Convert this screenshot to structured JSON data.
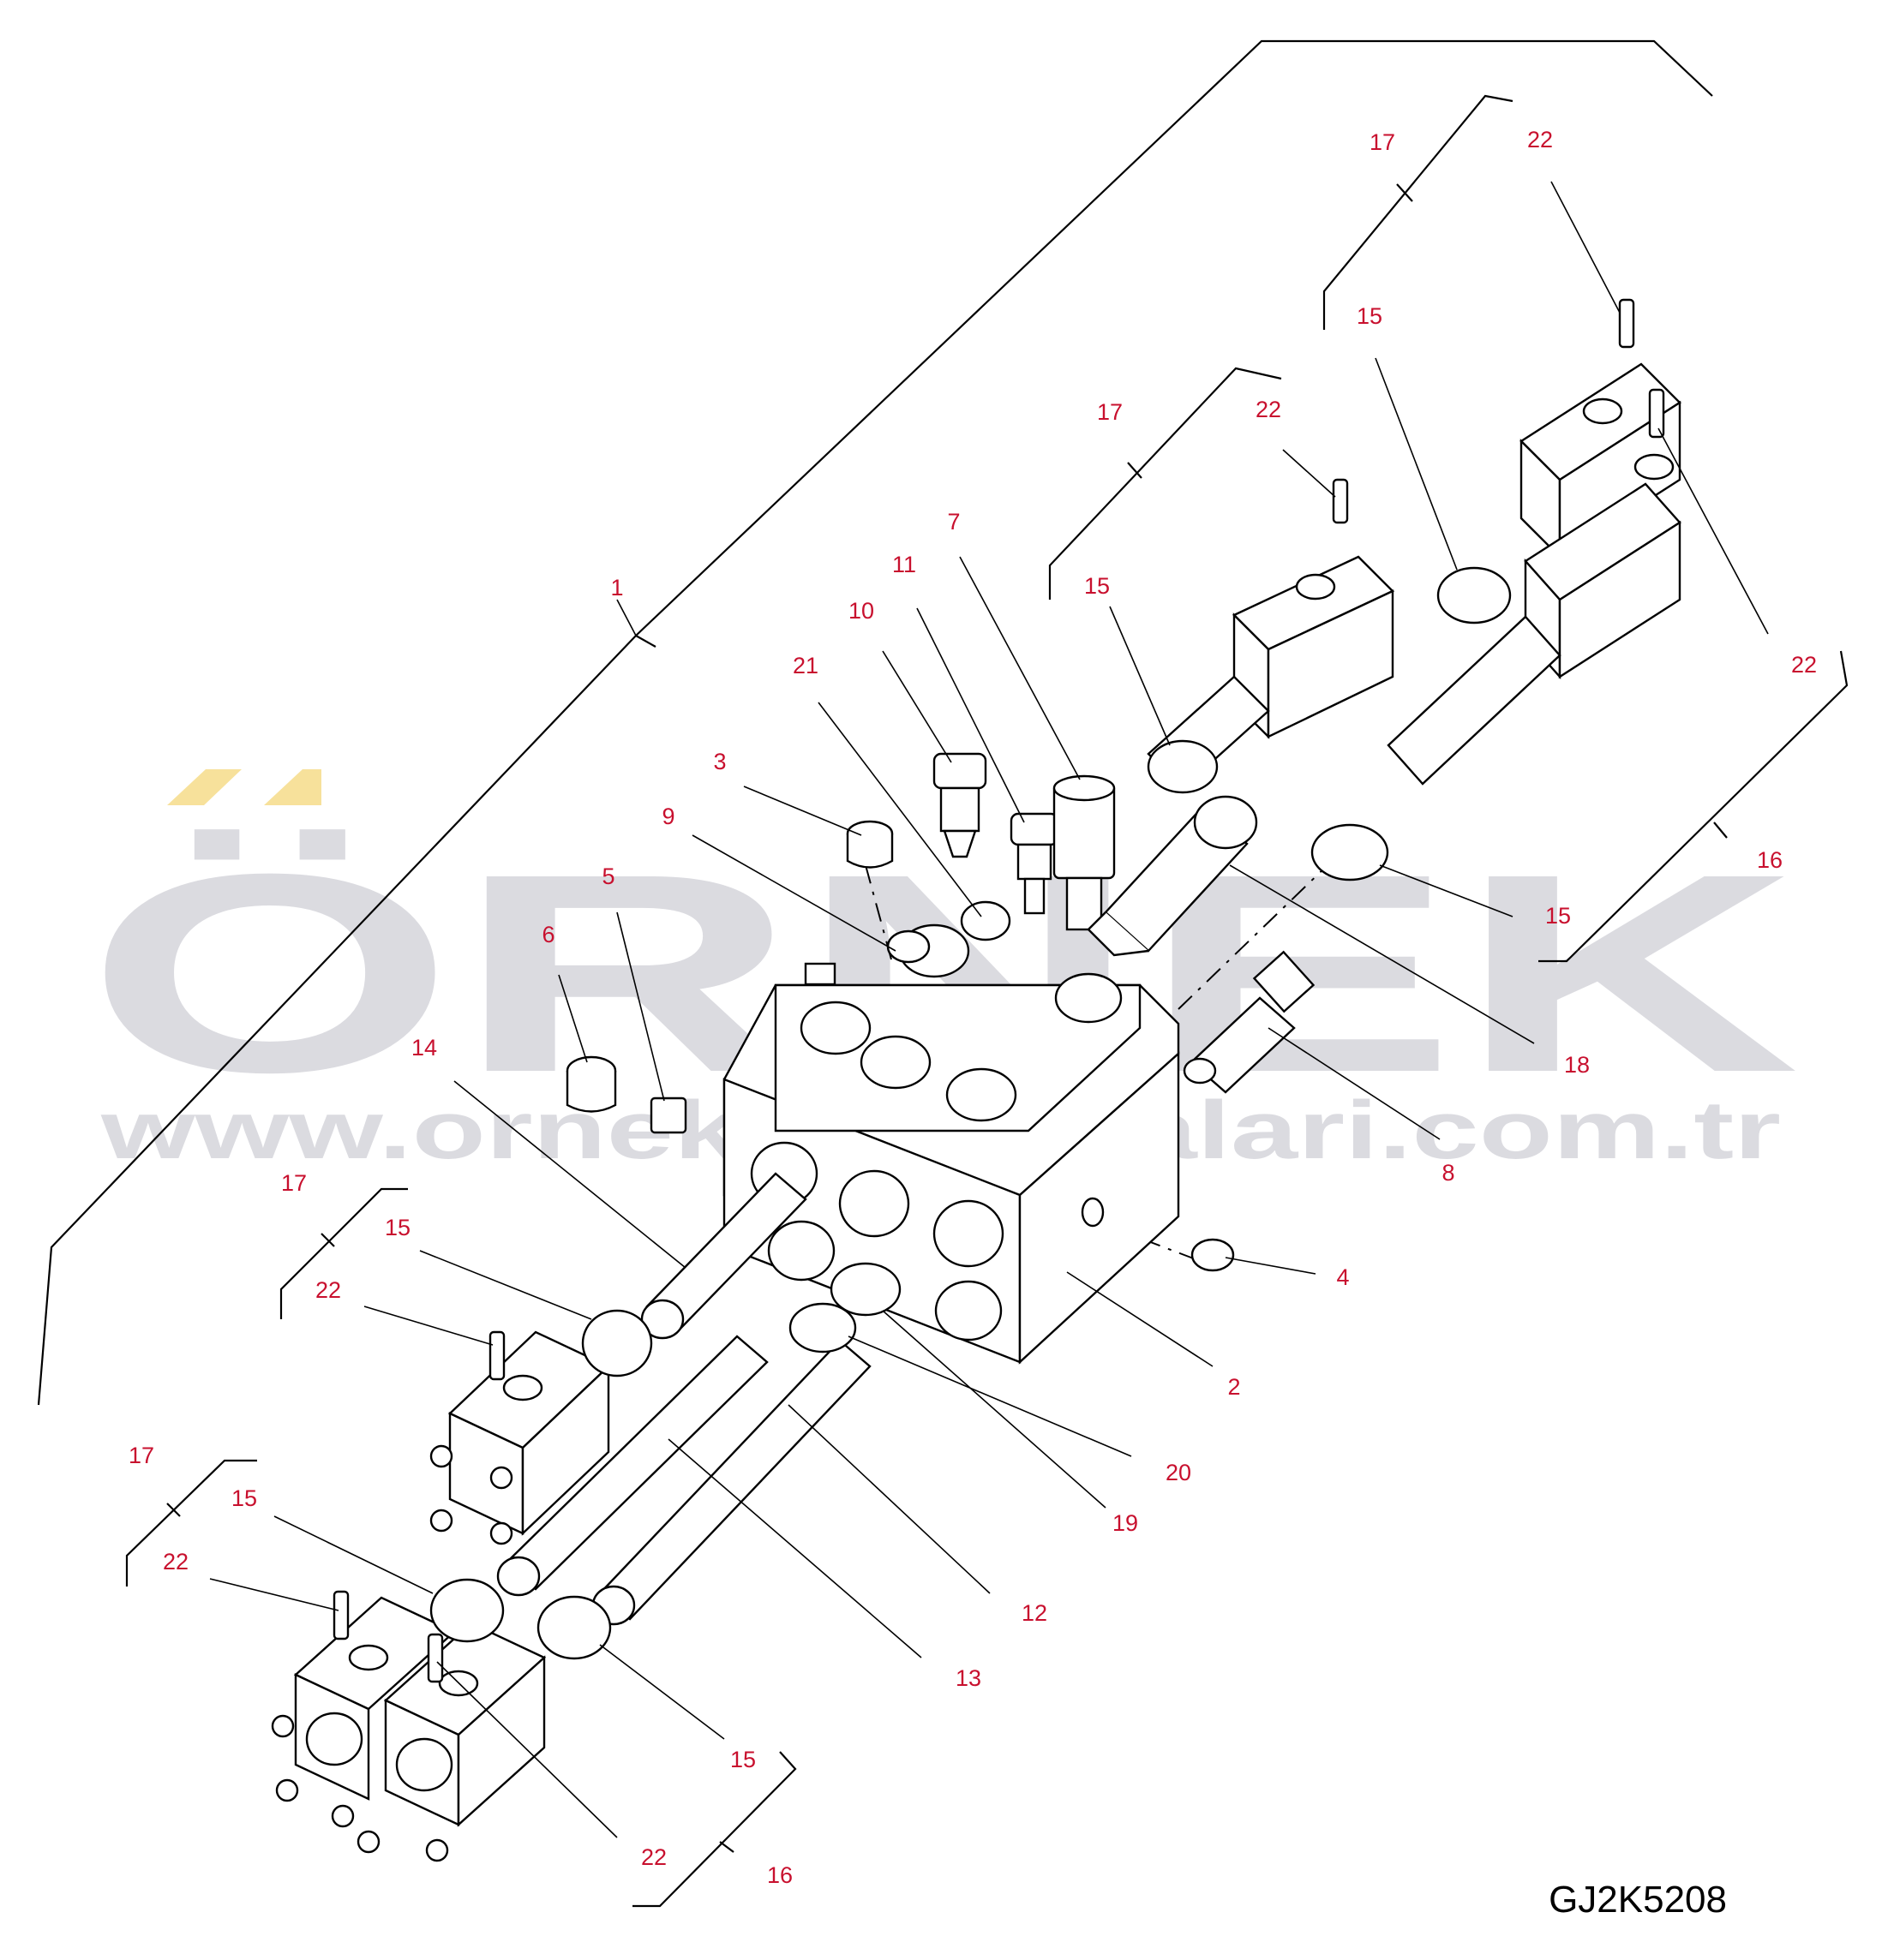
{
  "drawing_code": "GJ2K5208",
  "watermark": {
    "word": "ÖRNEK",
    "url": "www.orneksiniflinalari.com.tr",
    "accent_color": "#f5d77a"
  },
  "callout_color": "#c8102e",
  "callouts": [
    {
      "id": "c1",
      "label": "1"
    },
    {
      "id": "c2",
      "label": "2"
    },
    {
      "id": "c3",
      "label": "3"
    },
    {
      "id": "c4",
      "label": "4"
    },
    {
      "id": "c5",
      "label": "5"
    },
    {
      "id": "c6",
      "label": "6"
    },
    {
      "id": "c7",
      "label": "7"
    },
    {
      "id": "c8",
      "label": "8"
    },
    {
      "id": "c9",
      "label": "9"
    },
    {
      "id": "c10",
      "label": "10"
    },
    {
      "id": "c11",
      "label": "11"
    },
    {
      "id": "c12",
      "label": "12"
    },
    {
      "id": "c13",
      "label": "13"
    },
    {
      "id": "c14",
      "label": "14"
    },
    {
      "id": "c15a",
      "label": "15"
    },
    {
      "id": "c15b",
      "label": "15"
    },
    {
      "id": "c15c",
      "label": "15"
    },
    {
      "id": "c15d",
      "label": "15"
    },
    {
      "id": "c15e",
      "label": "15"
    },
    {
      "id": "c15f",
      "label": "15"
    },
    {
      "id": "c16a",
      "label": "16"
    },
    {
      "id": "c16b",
      "label": "16"
    },
    {
      "id": "c17a",
      "label": "17"
    },
    {
      "id": "c17b",
      "label": "17"
    },
    {
      "id": "c17c",
      "label": "17"
    },
    {
      "id": "c17d",
      "label": "17"
    },
    {
      "id": "c18",
      "label": "18"
    },
    {
      "id": "c19",
      "label": "19"
    },
    {
      "id": "c20",
      "label": "20"
    },
    {
      "id": "c21",
      "label": "21"
    },
    {
      "id": "c22a",
      "label": "22"
    },
    {
      "id": "c22b",
      "label": "22"
    },
    {
      "id": "c22c",
      "label": "22"
    },
    {
      "id": "c22d",
      "label": "22"
    },
    {
      "id": "c22e",
      "label": "22"
    },
    {
      "id": "c22f",
      "label": "22"
    }
  ]
}
